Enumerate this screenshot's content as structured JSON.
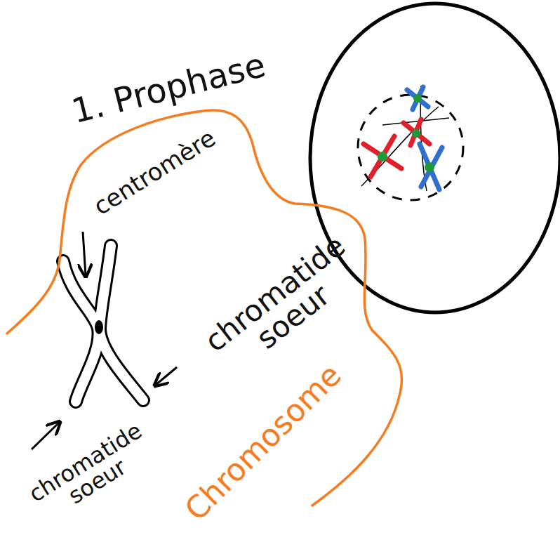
{
  "diagram": {
    "title": "1. Prophase",
    "labels": [
      "centromère",
      "chromatide soeur",
      "chromatide soeur",
      "Chromosome"
    ]
  }
}
